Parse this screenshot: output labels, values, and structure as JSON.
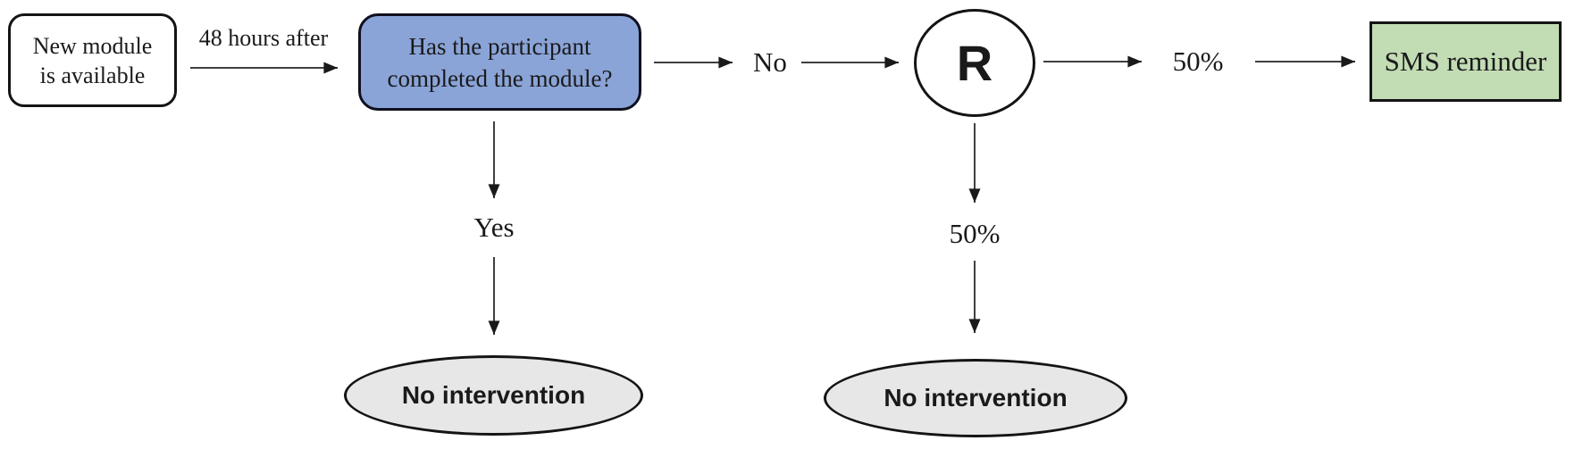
{
  "diagram": {
    "type": "flowchart",
    "nodes": {
      "start": {
        "line1": "New module",
        "line2": "is available",
        "shape": "rounded-rectangle",
        "fill": "#ffffff"
      },
      "decision": {
        "line1": "Has the participant",
        "line2": "completed the module?",
        "shape": "rounded-rectangle",
        "fill": "#8aa4d8"
      },
      "randomization": {
        "label": "R",
        "shape": "circle",
        "fill": "#ffffff"
      },
      "sms_reminder": {
        "label": "SMS reminder",
        "shape": "rectangle",
        "fill": "#c2dcb4"
      },
      "no_intervention_yes_branch": {
        "label": "No intervention",
        "shape": "ellipse",
        "fill": "#e8e7e8"
      },
      "no_intervention_random_branch": {
        "label": "No intervention",
        "shape": "ellipse",
        "fill": "#e8e7e8"
      }
    },
    "edge_labels": {
      "delay": "48 hours after",
      "no": "No",
      "yes": "Yes",
      "fifty_right": "50%",
      "fifty_down": "50%"
    },
    "colors": {
      "decision_fill": "#8aa4d8",
      "sms_fill": "#c2dcb4",
      "ellipse_fill": "#e8e7e8",
      "border": "#141414",
      "arrow_line": "#3f3f3f",
      "arrowhead": "#1a1a1a",
      "text": "#1a1a1a",
      "background": "#ffffff"
    }
  }
}
